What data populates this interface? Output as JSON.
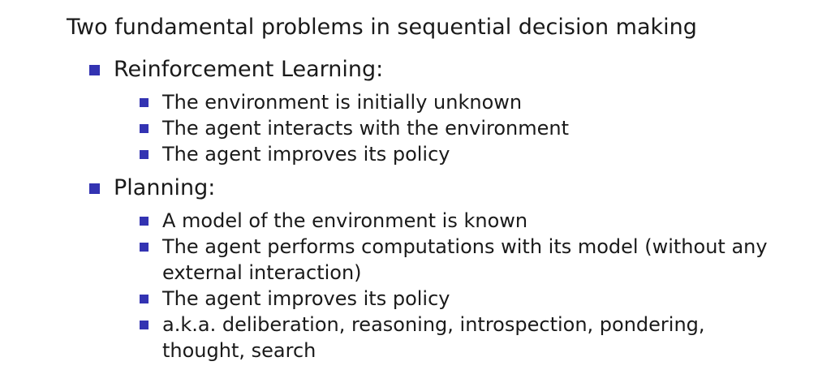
{
  "slide": {
    "heading": "Two fundamental problems in sequential decision making",
    "sections": [
      {
        "title": "Reinforcement Learning:",
        "items": [
          "The environment is initially unknown",
          "The agent interacts with the environment",
          "The agent improves its policy"
        ]
      },
      {
        "title": "Planning:",
        "items": [
          "A model of the environment is known",
          "The agent performs computations with its model (without any external interaction)",
          "The agent improves its policy",
          "a.k.a. deliberation, reasoning, introspection, pondering, thought, search"
        ]
      }
    ],
    "bullet_color": "#3333b2"
  }
}
